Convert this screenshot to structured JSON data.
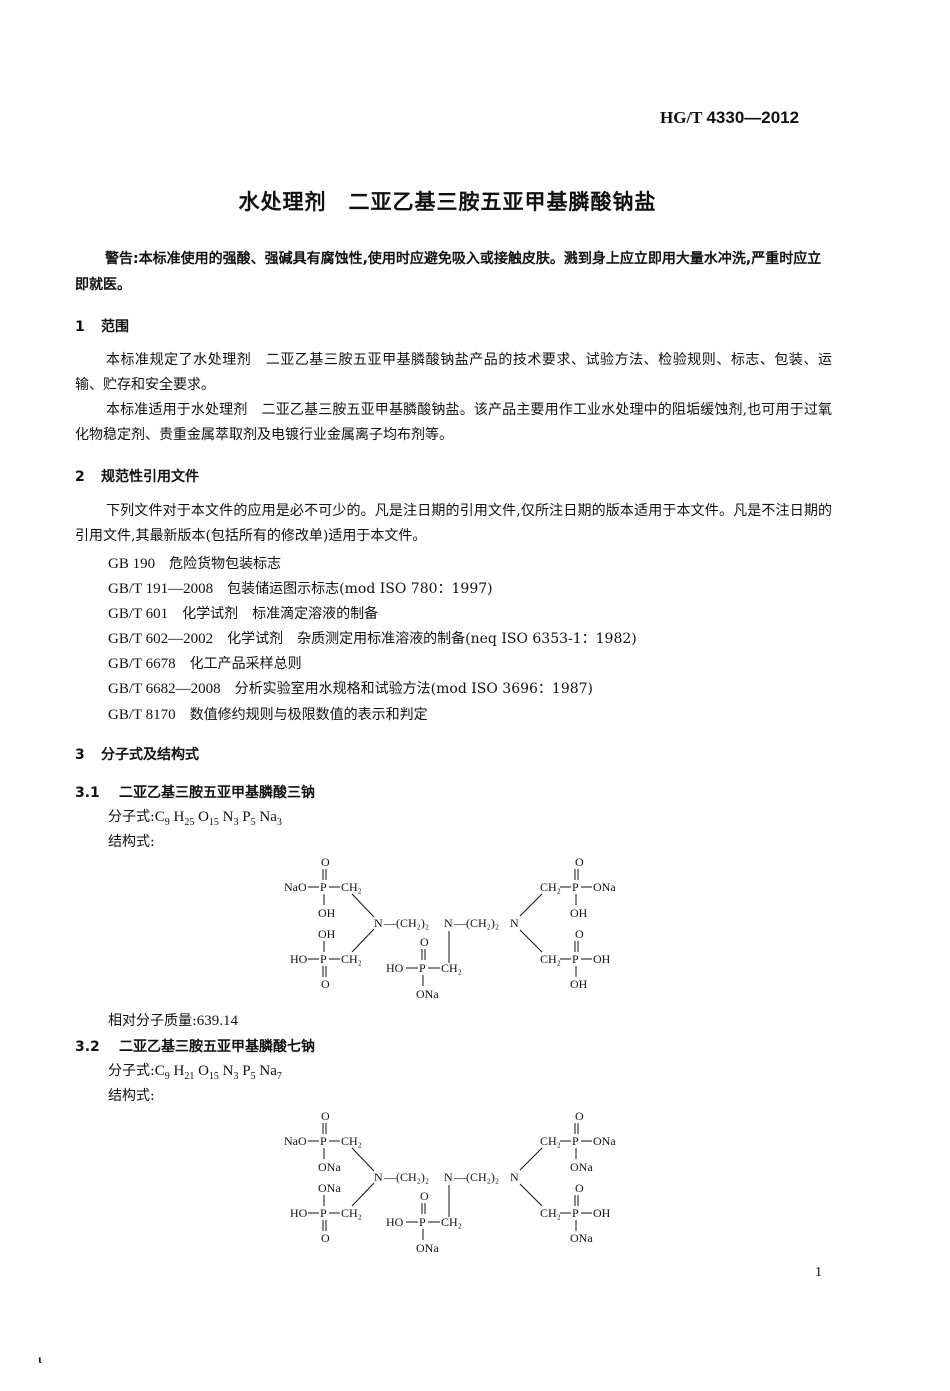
{
  "header": {
    "std_prefix": "HG/T ",
    "std_number": "4330—2012"
  },
  "title": "水处理剂　二亚乙基三胺五亚甲基膦酸钠盐",
  "warning": "警告:本标准使用的强酸、强碱具有腐蚀性,使用时应避免吸入或接触皮肤。溅到身上应立即用大量水冲洗,严重时应立即就医。",
  "sections": [
    {
      "number": "1",
      "title": "范围",
      "paragraphs": [
        "本标准规定了水处理剂　二亚乙基三胺五亚甲基膦酸钠盐产品的技术要求、试验方法、检验规则、标志、包装、运输、贮存和安全要求。",
        "本标准适用于水处理剂　二亚乙基三胺五亚甲基膦酸钠盐。该产品主要用作工业水处理中的阻垢缓蚀剂,也可用于过氧化物稳定剂、贵重金属萃取剂及电镀行业金属离子均布剂等。"
      ]
    },
    {
      "number": "2",
      "title": "规范性引用文件",
      "paragraphs": [
        "下列文件对于本文件的应用是必不可少的。凡是注日期的引用文件,仅所注日期的版本适用于本文件。凡是不注日期的引用文件,其最新版本(包括所有的修改单)适用于本文件。"
      ],
      "references": [
        {
          "code": "GB 190",
          "title": "危险货物包装标志"
        },
        {
          "code": "GB/T 191—2008",
          "title": "包装储运图示标志(mod ISO 780：1997)"
        },
        {
          "code": "GB/T 601",
          "title": "化学试剂　标准滴定溶液的制备"
        },
        {
          "code": "GB/T 602—2002",
          "title": "化学试剂　杂质测定用标准溶液的制备(neq ISO 6353-1：1982)"
        },
        {
          "code": "GB/T 6678",
          "title": "化工产品采样总则"
        },
        {
          "code": "GB/T 6682—2008",
          "title": "分析实验室用水规格和试验方法(mod ISO 3696：1987)"
        },
        {
          "code": "GB/T 8170",
          "title": "数值修约规则与极限数值的表示和判定"
        }
      ]
    },
    {
      "number": "3",
      "title": "分子式及结构式",
      "subsections": [
        {
          "number": "3.1",
          "title": "二亚乙基三胺五亚甲基膦酸三钠",
          "formula_label": "分子式:",
          "formula": [
            [
              "C",
              "9"
            ],
            [
              "H",
              "25"
            ],
            [
              "O",
              "15"
            ],
            [
              "N",
              "3"
            ],
            [
              "P",
              "5"
            ],
            [
              "Na",
              "3"
            ]
          ],
          "structure_label": "结构式:",
          "structure": {
            "top_left": {
              "left": "NaO",
              "bottom": "OH"
            },
            "bottom_left": {
              "left": "HO",
              "top": "OH"
            },
            "middle": {
              "left": "HO",
              "bottom": "ONa"
            },
            "top_right": {
              "right": "ONa",
              "bottom": "OH"
            },
            "bottom_right": {
              "right": "OH",
              "bottom": "OH"
            },
            "chain": [
              "N—(CH₂)₂N—(CH₂)₂N"
            ]
          },
          "mass_label": "相对分子质量:",
          "mass": "639.14"
        },
        {
          "number": "3.2",
          "title": "二亚乙基三胺五亚甲基膦酸七钠",
          "formula_label": "分子式:",
          "formula": [
            [
              "C",
              "9"
            ],
            [
              "H",
              "21"
            ],
            [
              "O",
              "15"
            ],
            [
              "N",
              "3"
            ],
            [
              "P",
              "5"
            ],
            [
              "Na",
              "7"
            ]
          ],
          "structure_label": "结构式:",
          "structure": {
            "top_left": {
              "left": "NaO",
              "bottom": "ONa"
            },
            "bottom_left": {
              "left": "HO",
              "top": "ONa"
            },
            "middle": {
              "left": "HO",
              "bottom": "ONa"
            },
            "top_right": {
              "right": "ONa",
              "bottom": "ONa"
            },
            "bottom_right": {
              "right": "OH",
              "bottom": "ONa"
            }
          }
        }
      ]
    }
  ],
  "chem": {
    "O": "O",
    "P": "P",
    "CH2": "CH₂",
    "N": "N",
    "chain1": "—(CH₂)₂",
    "chain2": "—(CH₂)₂"
  },
  "footer": {
    "page_number": "1",
    "corner_mark": "ι"
  }
}
